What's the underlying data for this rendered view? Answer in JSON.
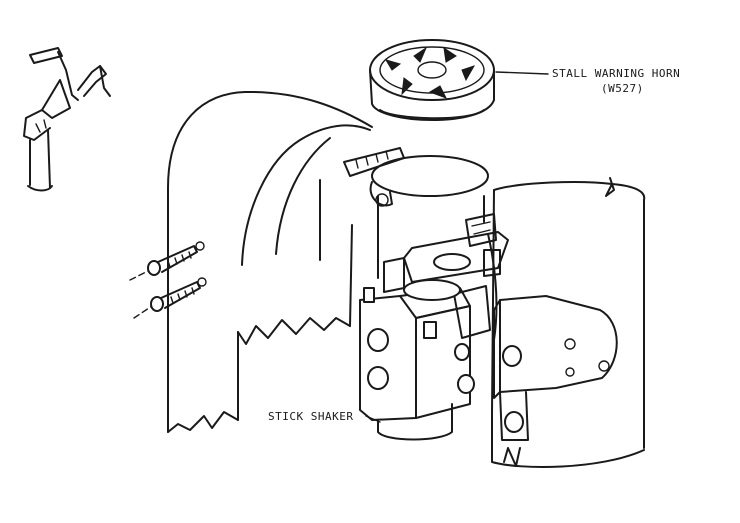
{
  "labels": {
    "horn_name": "STALL WARNING HORN",
    "horn_part": "(W527)",
    "shaker": "STICK SHAKER"
  },
  "colors": {
    "ink": "#1a1a1a",
    "paper": "#ffffff"
  }
}
